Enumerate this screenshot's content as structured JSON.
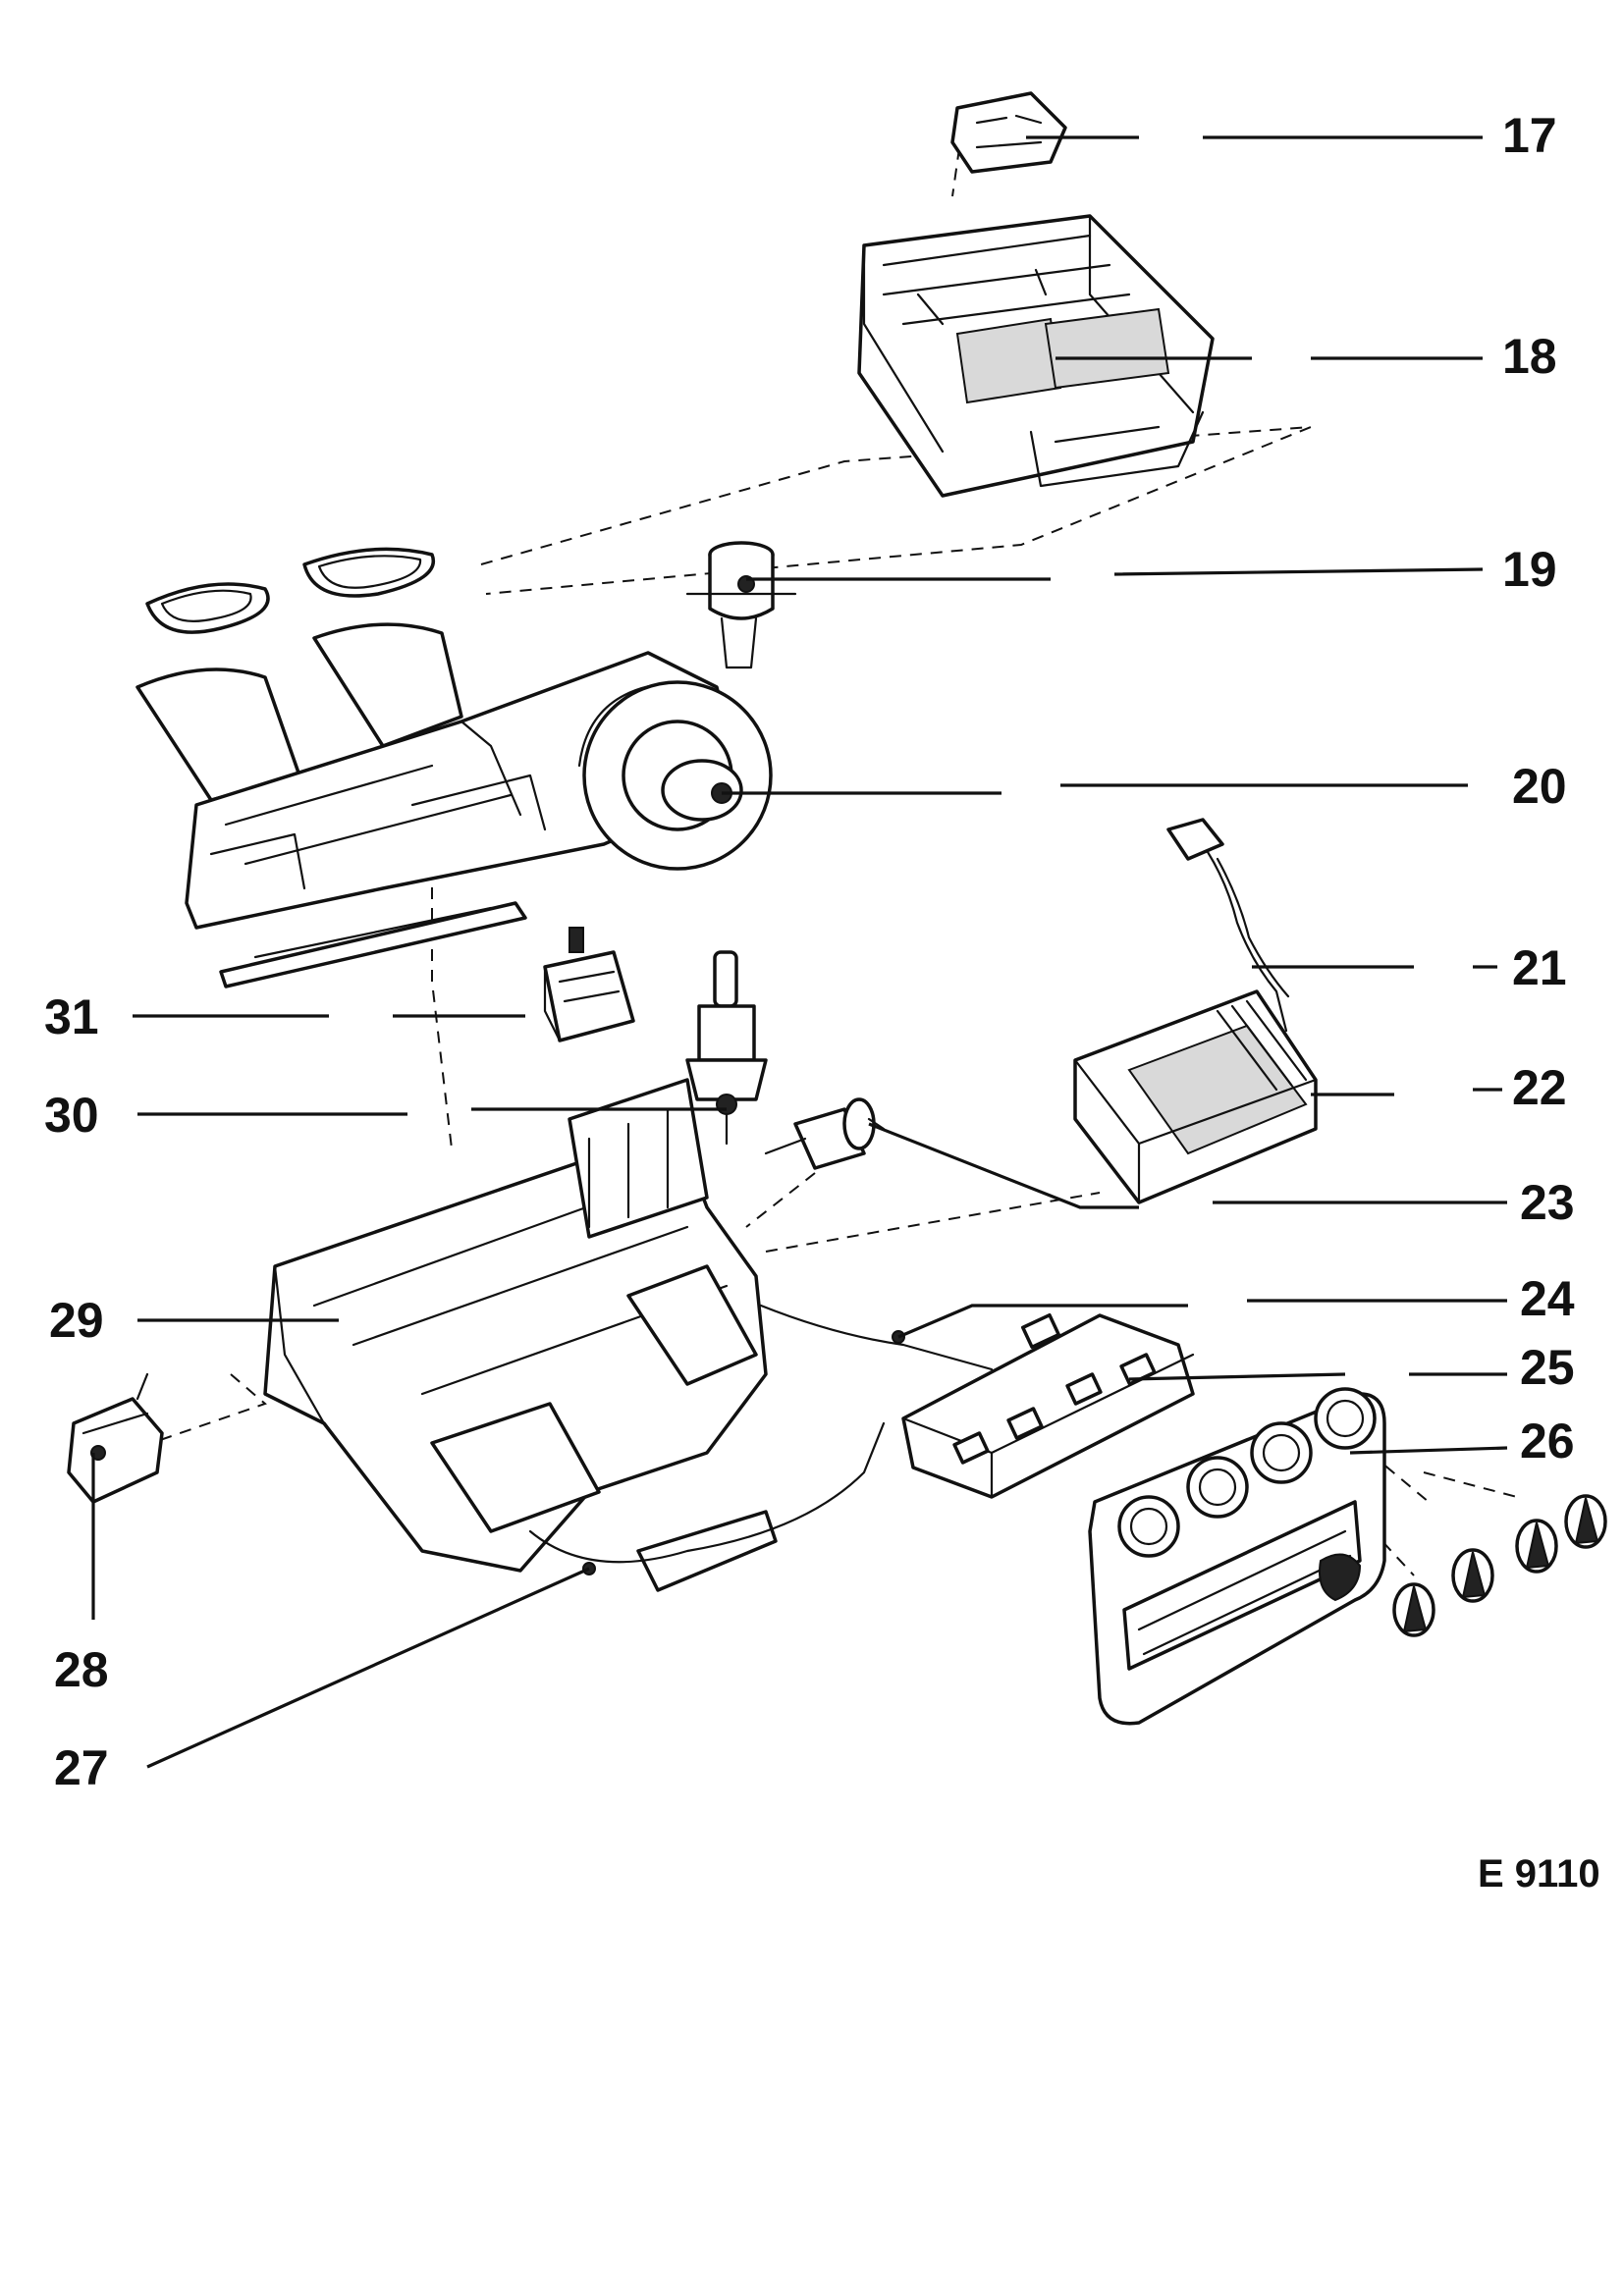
{
  "diagram": {
    "reference_code": "E 9110",
    "callouts": [
      {
        "id": "17",
        "label": "17"
      },
      {
        "id": "18",
        "label": "18"
      },
      {
        "id": "19",
        "label": "19"
      },
      {
        "id": "20",
        "label": "20"
      },
      {
        "id": "21",
        "label": "21"
      },
      {
        "id": "22",
        "label": "22"
      },
      {
        "id": "23",
        "label": "23"
      },
      {
        "id": "24",
        "label": "24"
      },
      {
        "id": "25",
        "label": "25"
      },
      {
        "id": "26",
        "label": "26"
      },
      {
        "id": "27",
        "label": "27"
      },
      {
        "id": "28",
        "label": "28"
      },
      {
        "id": "29",
        "label": "29"
      },
      {
        "id": "30",
        "label": "30"
      },
      {
        "id": "31",
        "label": "31"
      }
    ]
  }
}
